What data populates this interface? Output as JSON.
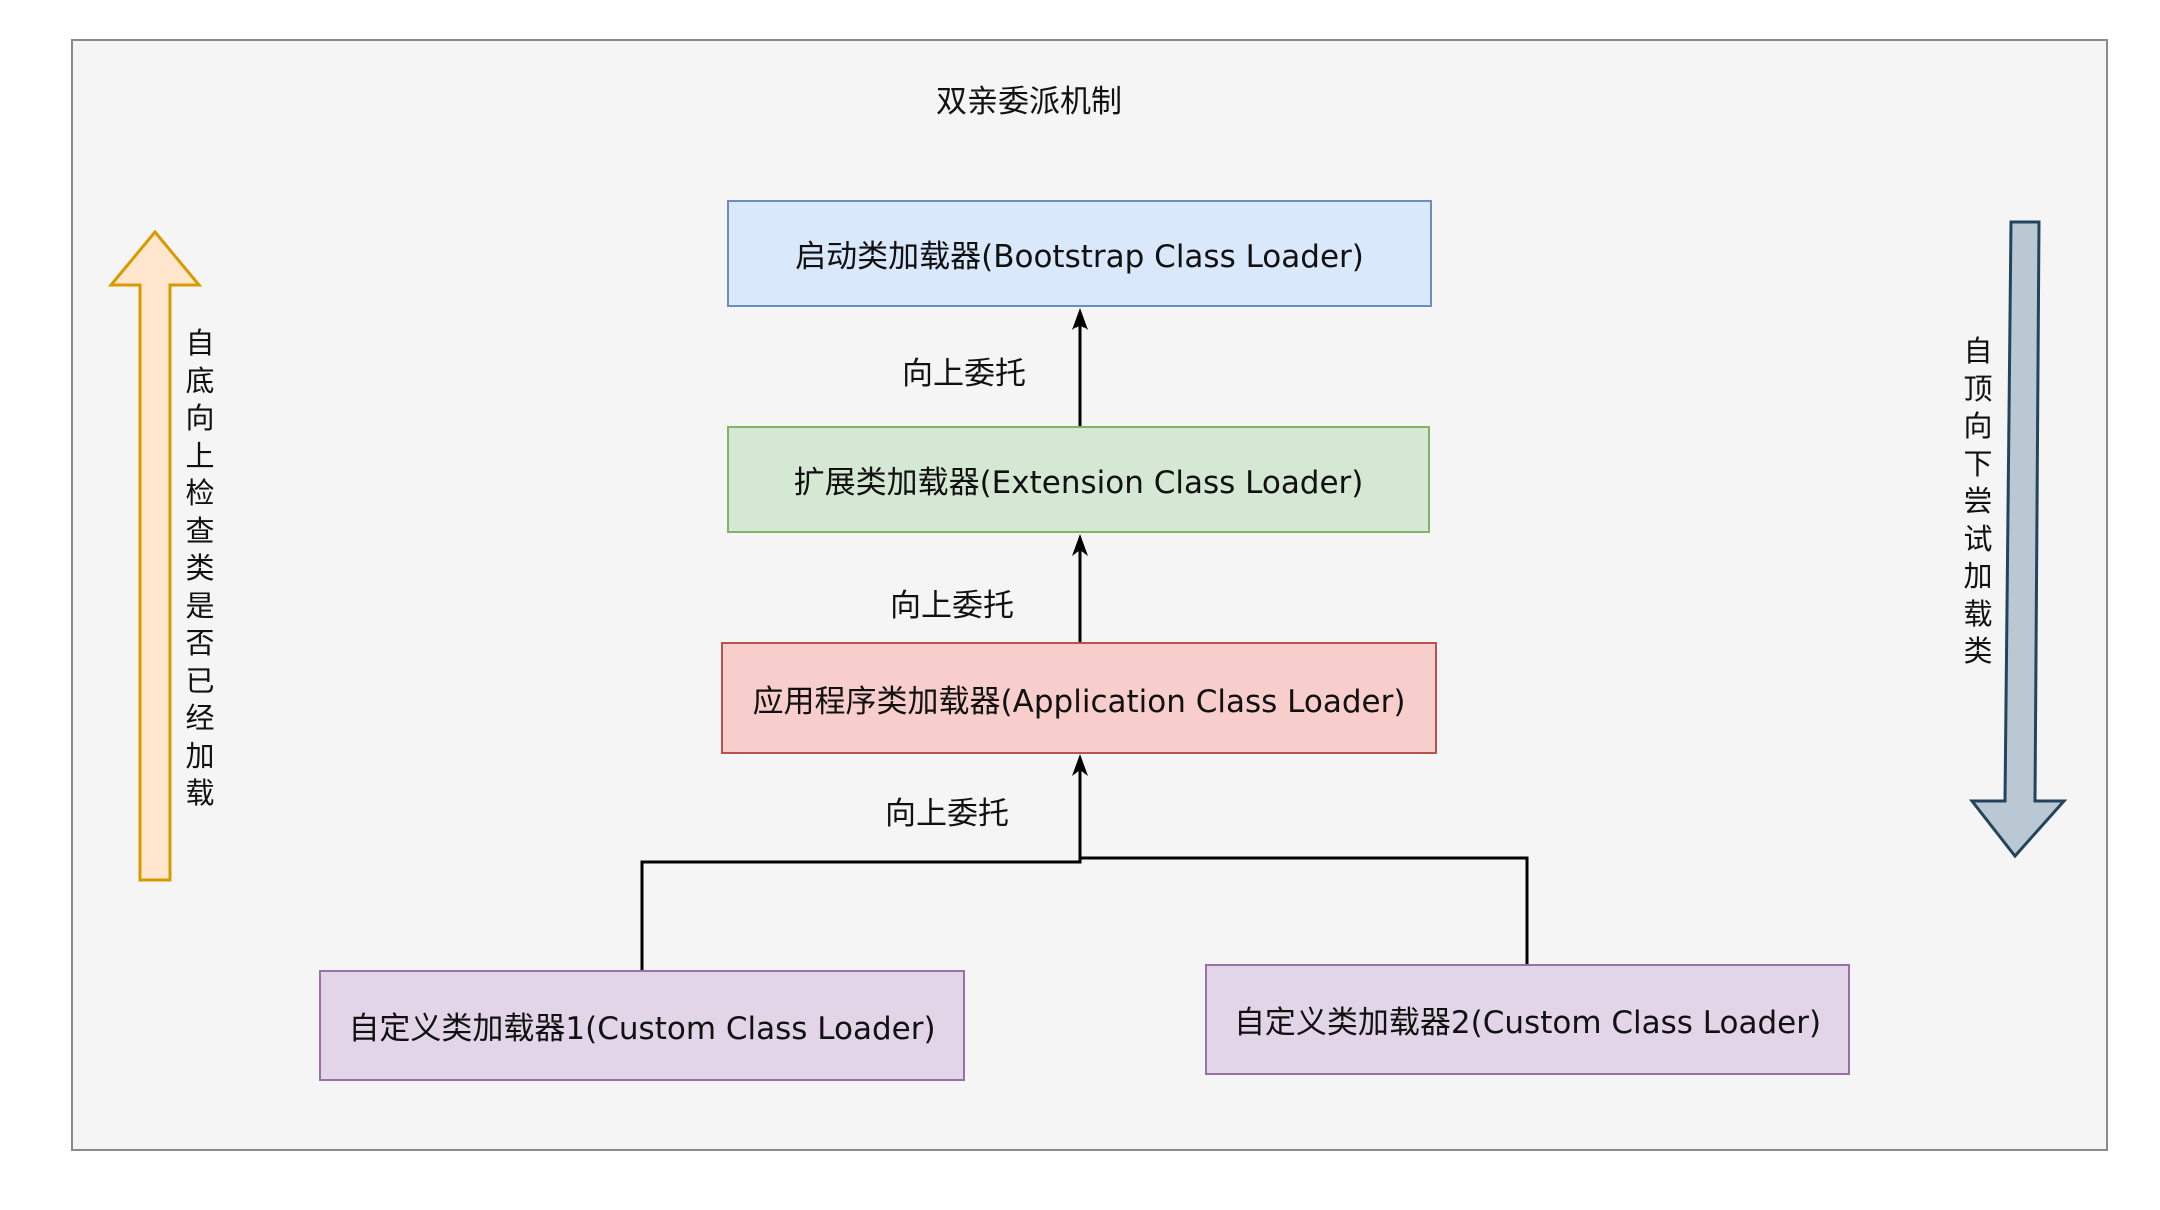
{
  "title": "双亲委派机制",
  "nodes": {
    "bootstrap": {
      "label": "启动类加载器(Bootstrap Class Loader)",
      "fill": "#dae8fc",
      "stroke": "#6c8ebf"
    },
    "extension": {
      "label": "扩展类加载器(Extension Class Loader)",
      "fill": "#d5e8d4",
      "stroke": "#82b366"
    },
    "application": {
      "label": "应用程序类加载器(Application Class Loader)",
      "fill": "#f8cecc",
      "stroke": "#b85450"
    },
    "custom1": {
      "label": "自定义类加载器1(Custom Class Loader)",
      "fill": "#e1d5e7",
      "stroke": "#9673a6"
    },
    "custom2": {
      "label": "自定义类加载器2(Custom Class Loader)",
      "fill": "#e1d5e7",
      "stroke": "#9673a6"
    }
  },
  "edge_labels": {
    "ext_to_boot": "向上委托",
    "app_to_ext": "向上委托",
    "custom_to_app": "向上委托"
  },
  "side_arrows": {
    "left": {
      "text": "自底向上检查类是否已经加载",
      "fill": "#ffe6cc",
      "stroke": "#d79b00"
    },
    "right": {
      "text": "自顶向下尝试加载类",
      "fill": "#bac8d3",
      "stroke": "#23445d"
    }
  }
}
